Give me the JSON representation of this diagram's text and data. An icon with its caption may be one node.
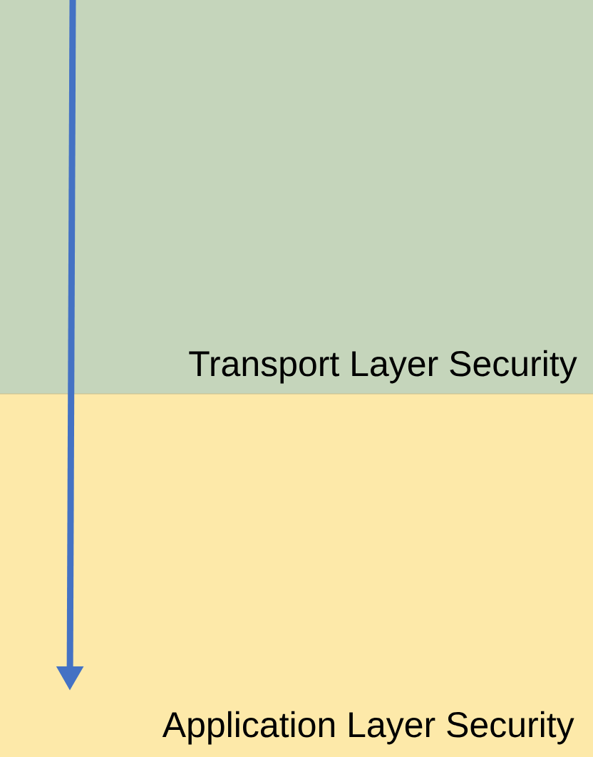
{
  "diagram": {
    "nodes": [
      {
        "text": [
          "Transport Layer Security"
        ]
      },
      {
        "text": [
          "Application Layer Security"
        ]
      }
    ],
    "edges": [
      {
        "from": 0,
        "to": 1,
        "arrow": "to",
        "color": "#4472c4"
      }
    ]
  }
}
